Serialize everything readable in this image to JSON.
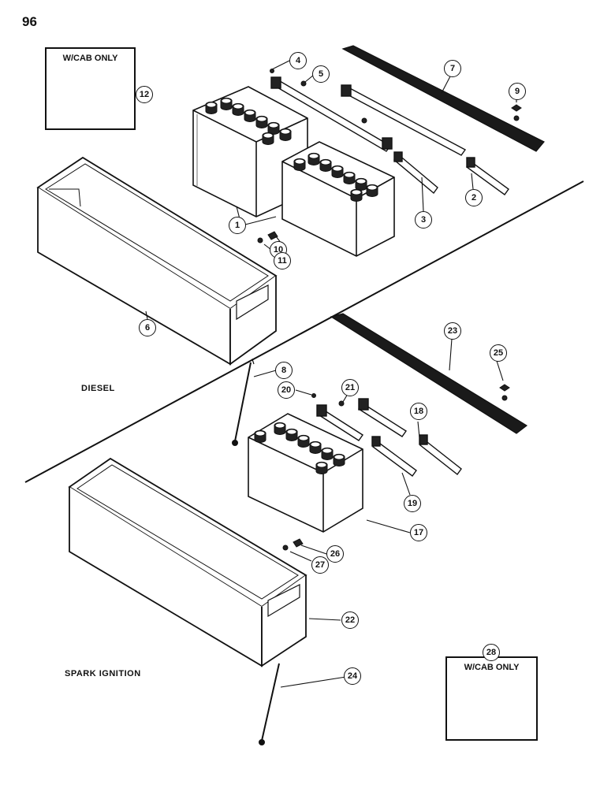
{
  "page_number": "96",
  "sections": {
    "diesel": "DIESEL",
    "spark": "SPARK IGNITION"
  },
  "inset_top": {
    "label": "W/CAB ONLY",
    "callout": "12"
  },
  "inset_bottom": {
    "label": "W/CAB ONLY",
    "callout": "28"
  },
  "callouts": [
    "1",
    "2",
    "3",
    "4",
    "5",
    "6",
    "7",
    "8",
    "9",
    "10",
    "11",
    "17",
    "18",
    "19",
    "20",
    "21",
    "22",
    "23",
    "24",
    "25",
    "26",
    "27"
  ]
}
